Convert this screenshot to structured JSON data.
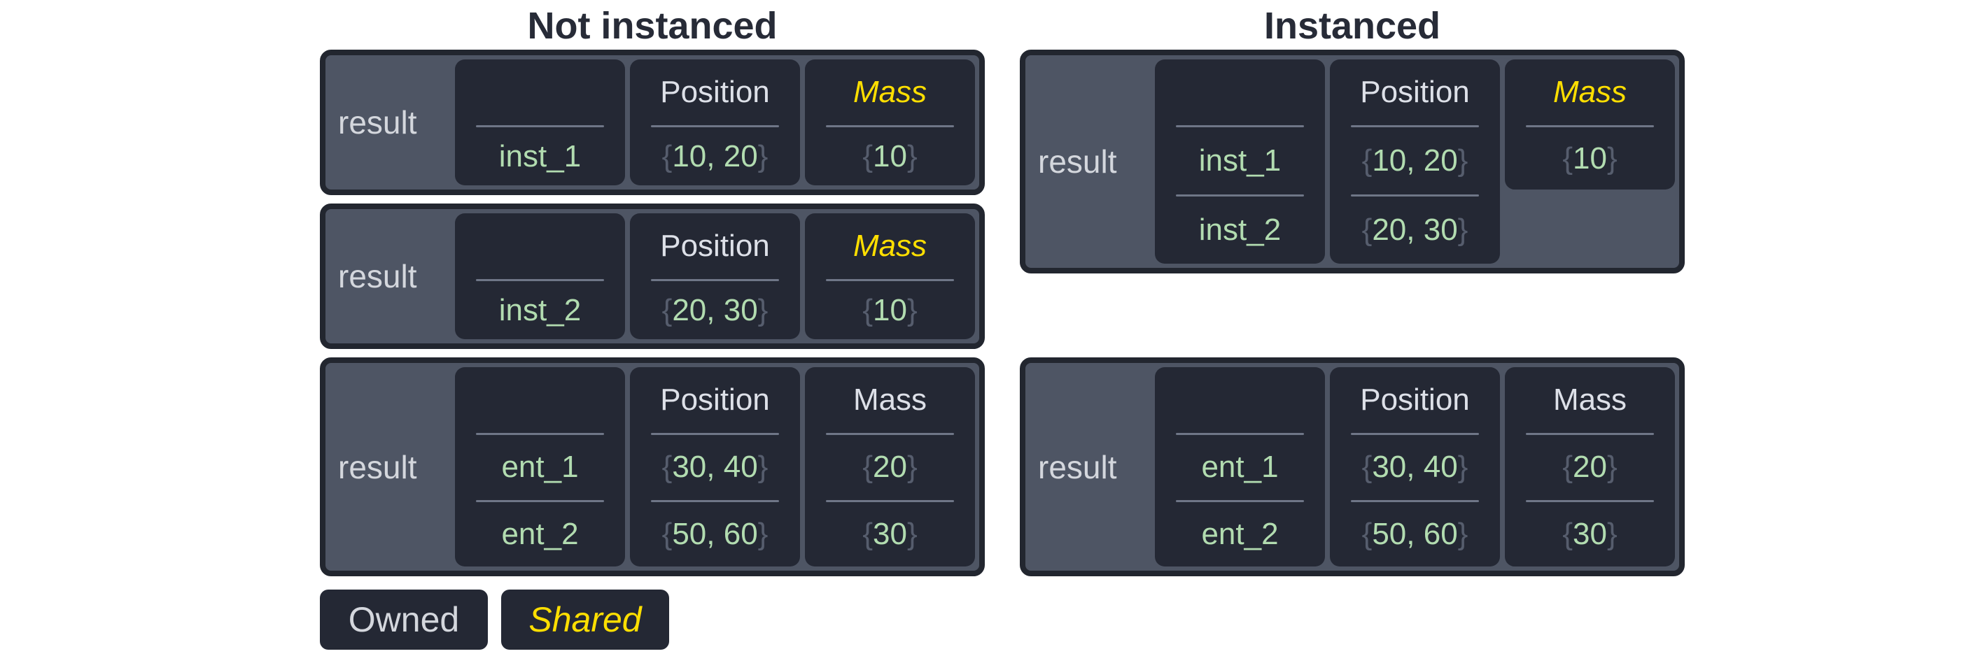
{
  "colors": {
    "page_bg": "#ffffff",
    "title": "#272b37",
    "panel_bg": "#4e5564",
    "panel_border": "#22262f",
    "cell_bg": "#242834",
    "divider": "#6f7687",
    "header_text": "#dde0e8",
    "result_text": "#d4d7dd",
    "value_green": "#b2dcb0",
    "brace_gray": "#565d6d",
    "shared_yellow": "#ffdf00",
    "legend_bg": "#242834"
  },
  "sections": [
    {
      "title": "Not instanced",
      "tables": [
        {
          "label": "result",
          "columns": [
            {
              "header": "",
              "shared": false,
              "short": false,
              "cells": [
                {
                  "text": "inst_1",
                  "braced": false
                }
              ]
            },
            {
              "header": "Position",
              "shared": false,
              "short": false,
              "cells": [
                {
                  "text": "10, 20",
                  "braced": true
                }
              ]
            },
            {
              "header": "Mass",
              "shared": true,
              "short": false,
              "cells": [
                {
                  "text": "10",
                  "braced": true
                }
              ]
            }
          ]
        },
        {
          "label": "result",
          "columns": [
            {
              "header": "",
              "shared": false,
              "short": false,
              "cells": [
                {
                  "text": "inst_2",
                  "braced": false
                }
              ]
            },
            {
              "header": "Position",
              "shared": false,
              "short": false,
              "cells": [
                {
                  "text": "20, 30",
                  "braced": true
                }
              ]
            },
            {
              "header": "Mass",
              "shared": true,
              "short": false,
              "cells": [
                {
                  "text": "10",
                  "braced": true
                }
              ]
            }
          ]
        },
        {
          "label": "result",
          "columns": [
            {
              "header": "",
              "shared": false,
              "short": false,
              "cells": [
                {
                  "text": "ent_1",
                  "braced": false
                },
                {
                  "text": "ent_2",
                  "braced": false
                }
              ]
            },
            {
              "header": "Position",
              "shared": false,
              "short": false,
              "cells": [
                {
                  "text": "30, 40",
                  "braced": true
                },
                {
                  "text": "50, 60",
                  "braced": true
                }
              ]
            },
            {
              "header": "Mass",
              "shared": false,
              "short": false,
              "cells": [
                {
                  "text": "20",
                  "braced": true
                },
                {
                  "text": "30",
                  "braced": true
                }
              ]
            }
          ]
        }
      ]
    },
    {
      "title": "Instanced",
      "tables": [
        {
          "label": "result",
          "columns": [
            {
              "header": "",
              "shared": false,
              "short": false,
              "cells": [
                {
                  "text": "inst_1",
                  "braced": false
                },
                {
                  "text": "inst_2",
                  "braced": false
                }
              ]
            },
            {
              "header": "Position",
              "shared": false,
              "short": false,
              "cells": [
                {
                  "text": "10, 20",
                  "braced": true
                },
                {
                  "text": "20, 30",
                  "braced": true
                }
              ]
            },
            {
              "header": "Mass",
              "shared": true,
              "short": true,
              "cells": [
                {
                  "text": "10",
                  "braced": true
                }
              ]
            }
          ]
        },
        {
          "label": "result",
          "columns": [
            {
              "header": "",
              "shared": false,
              "short": false,
              "cells": [
                {
                  "text": "ent_1",
                  "braced": false
                },
                {
                  "text": "ent_2",
                  "braced": false
                }
              ]
            },
            {
              "header": "Position",
              "shared": false,
              "short": false,
              "cells": [
                {
                  "text": "30, 40",
                  "braced": true
                },
                {
                  "text": "50, 60",
                  "braced": true
                }
              ]
            },
            {
              "header": "Mass",
              "shared": false,
              "short": false,
              "cells": [
                {
                  "text": "20",
                  "braced": true
                },
                {
                  "text": "30",
                  "braced": true
                }
              ]
            }
          ]
        }
      ]
    }
  ],
  "brace_open": "{",
  "brace_close": "}",
  "legend": [
    {
      "label": "Owned",
      "shared": false
    },
    {
      "label": "Shared",
      "shared": true
    }
  ]
}
